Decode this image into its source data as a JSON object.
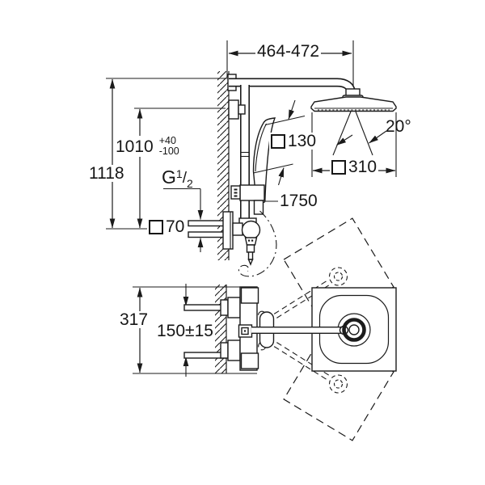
{
  "page": {
    "background": "#ffffff"
  },
  "drawing": {
    "description": "Thermostatic shower system - dimensional drawing with side view and top view",
    "stroke_color": "#1b1b1b",
    "side_view": {
      "arm_reach": "464-472",
      "overall_height": "1118",
      "mount_height": "1010",
      "mount_height_tolerance_plus": "+40",
      "mount_height_tolerance_minus": "-100",
      "connection_thread_prefix": "G",
      "connection_thread_numerator": "1",
      "connection_thread_slash": "/",
      "connection_thread_denominator": "2",
      "hand_shower_face": "130",
      "head_shower_face": "310",
      "spray_angle": "20°",
      "hose_length": "1750",
      "supply_escutcheon": "70"
    },
    "top_view": {
      "trim_height": "317",
      "supply_spacing": "150±15"
    }
  }
}
